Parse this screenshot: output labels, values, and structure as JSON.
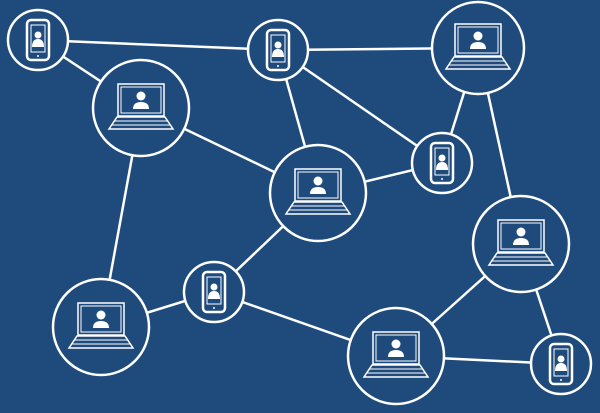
{
  "colors": {
    "background": "#1f4a7c",
    "stroke": "#ffffff"
  },
  "nodes": [
    {
      "id": "n1",
      "device": "phone"
    },
    {
      "id": "n2",
      "device": "laptop"
    },
    {
      "id": "n3",
      "device": "phone"
    },
    {
      "id": "n4",
      "device": "laptop"
    },
    {
      "id": "n5",
      "device": "phone"
    },
    {
      "id": "n6",
      "device": "laptop"
    },
    {
      "id": "n7",
      "device": "laptop"
    },
    {
      "id": "n8",
      "device": "phone"
    },
    {
      "id": "n9",
      "device": "laptop"
    },
    {
      "id": "n10",
      "device": "laptop"
    },
    {
      "id": "n11",
      "device": "phone"
    }
  ],
  "edges": [
    [
      "n1",
      "n3"
    ],
    [
      "n1",
      "n2"
    ],
    [
      "n2",
      "n6"
    ],
    [
      "n2",
      "n9"
    ],
    [
      "n3",
      "n6"
    ],
    [
      "n3",
      "n4"
    ],
    [
      "n3",
      "n5"
    ],
    [
      "n4",
      "n5"
    ],
    [
      "n4",
      "n7"
    ],
    [
      "n6",
      "n5"
    ],
    [
      "n6",
      "n8"
    ],
    [
      "n8",
      "n9"
    ],
    [
      "n8",
      "n10"
    ],
    [
      "n10",
      "n7"
    ],
    [
      "n10",
      "n11"
    ],
    [
      "n7",
      "n11"
    ]
  ]
}
